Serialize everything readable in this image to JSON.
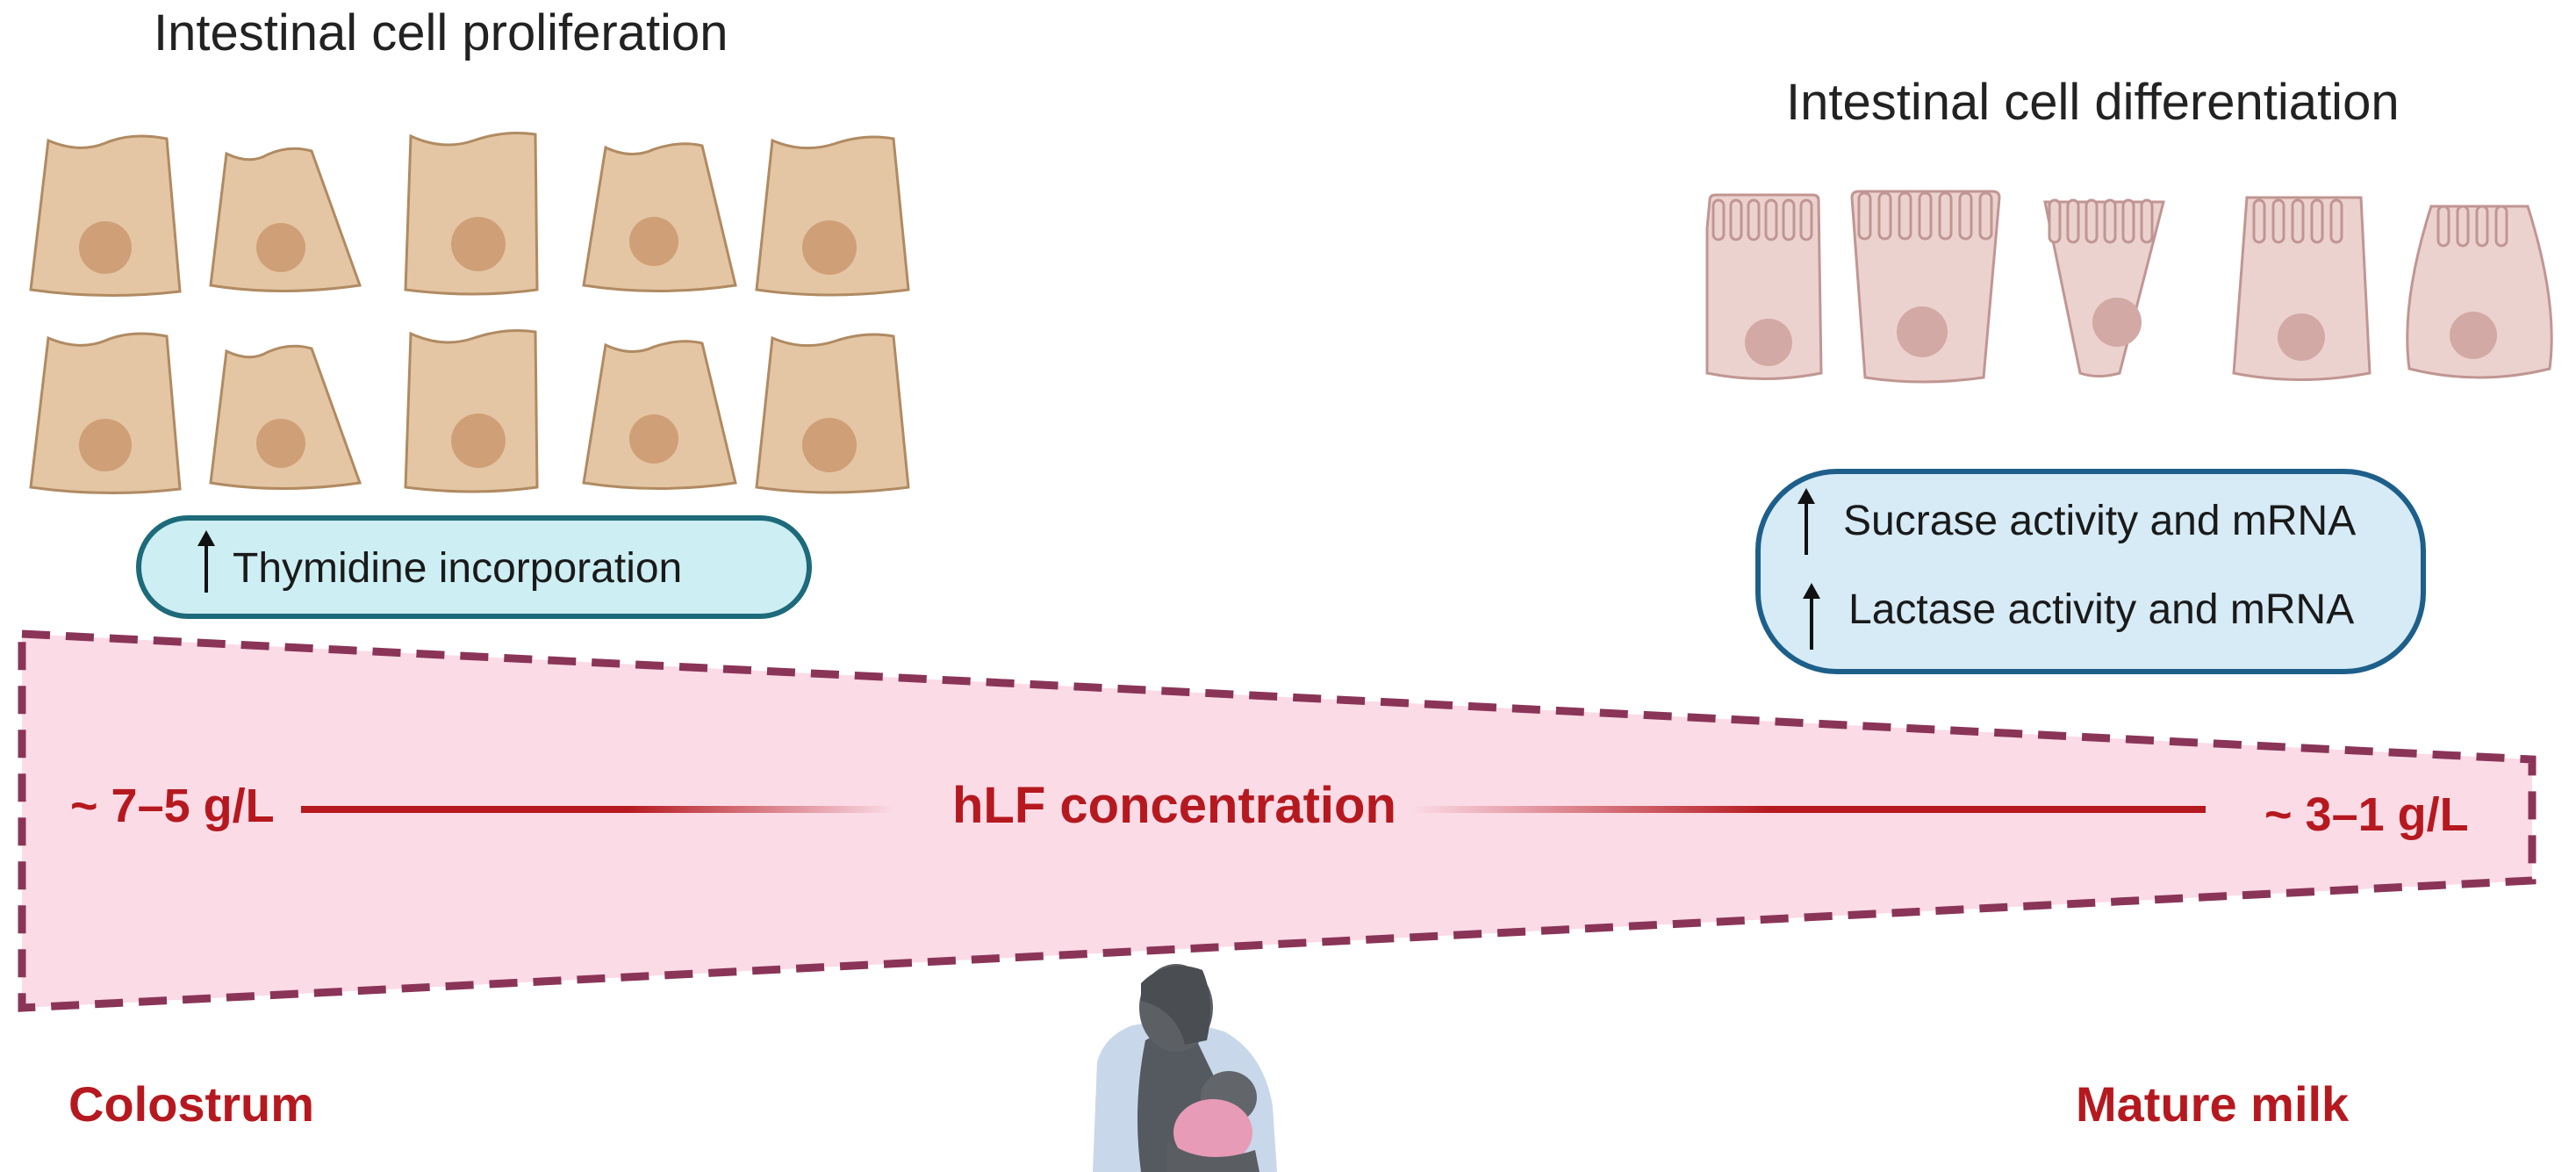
{
  "headings": {
    "proliferation": "Intestinal cell proliferation",
    "differentiation": "Intestinal cell differentiation"
  },
  "left_box": {
    "item": "Thymidine incorporation",
    "arrow_icon": "up-arrow-icon",
    "fill": "#cdeef3",
    "stroke": "#1d6a7a"
  },
  "right_box": {
    "items": [
      "Sucrase activity and mRNA",
      "Lactase activity and mRNA"
    ],
    "arrow_icon": "up-arrow-icon",
    "fill": "#d6ebf6",
    "stroke": "#1d5f8a"
  },
  "gradient": {
    "left_value": "~ 7–5 g/L",
    "center_label": "hLF concentration",
    "right_value": "~ 3–1 g/L",
    "fill": "#fbdbe6",
    "border": "#8a3458"
  },
  "footer": {
    "left": "Colostrum",
    "right": "Mature milk"
  },
  "colors": {
    "accent_red": "#b5191f",
    "proliferating_cell": "#e4c6a4",
    "differentiated_cell": "#ecd2cf"
  },
  "icons": {
    "proliferating_cells": "proliferating-intestinal-cell-icon",
    "differentiated_cells": "enterocyte-with-microvilli-icon",
    "mother": "breastfeeding-mother-icon"
  }
}
